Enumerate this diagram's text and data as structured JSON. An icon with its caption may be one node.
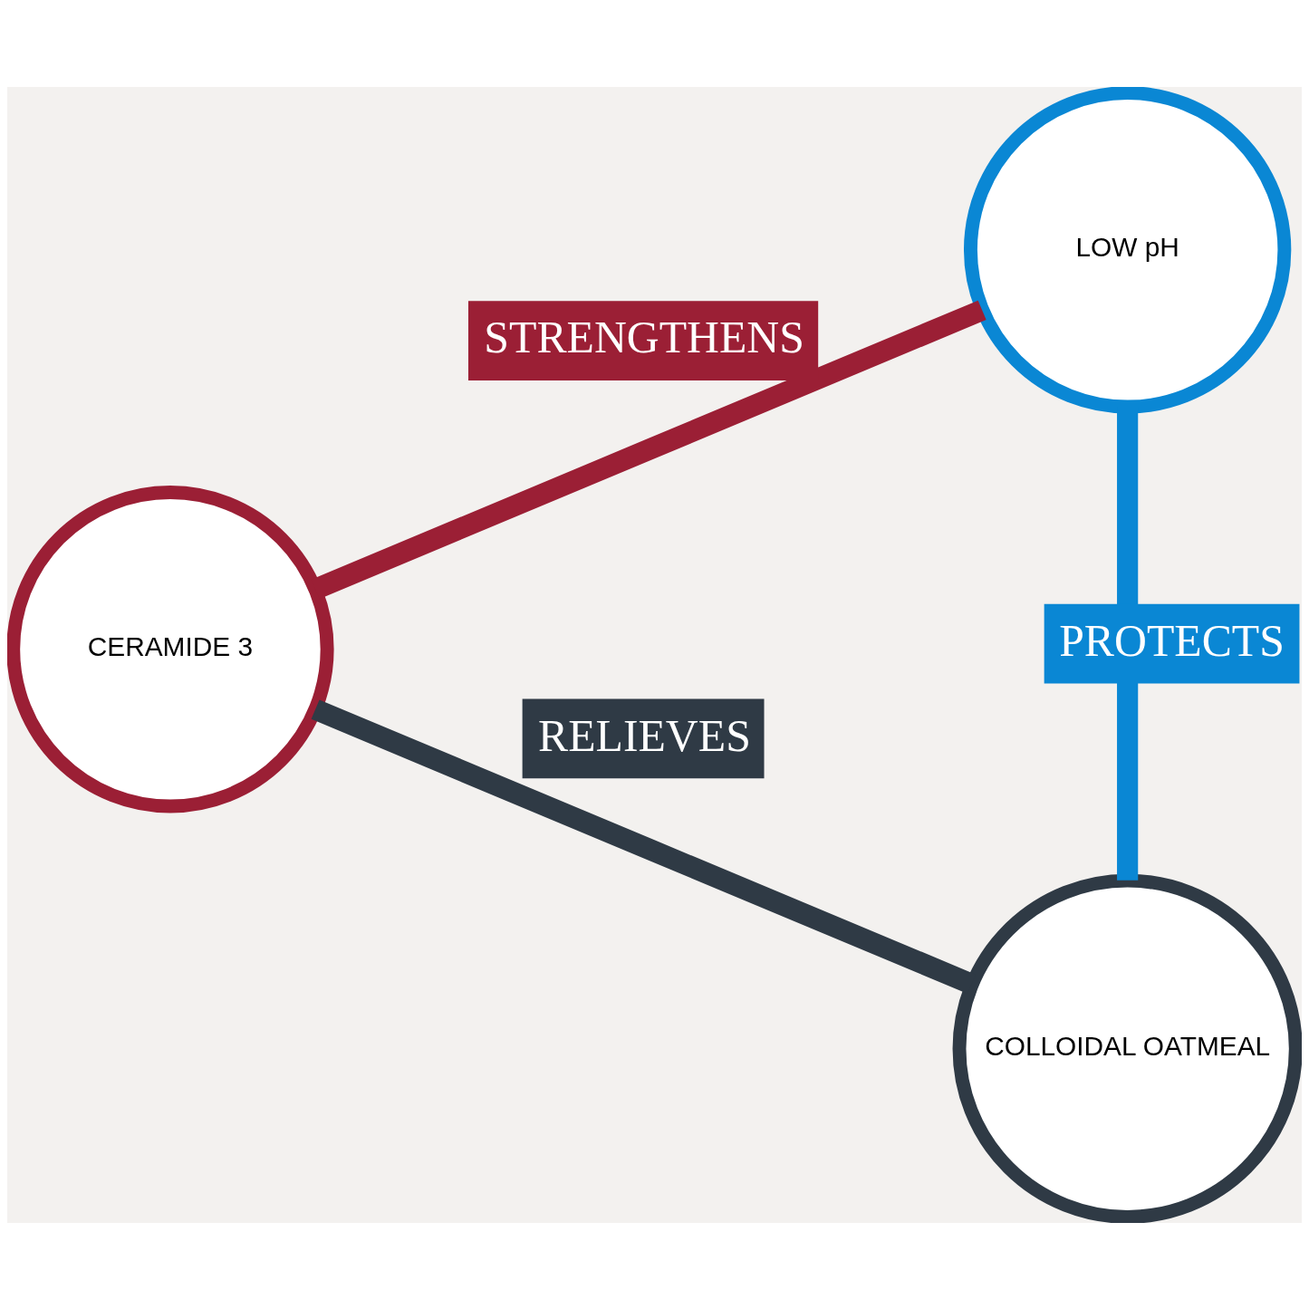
{
  "diagram": {
    "nodes": [
      {
        "text": [
          "LOW pH"
        ]
      },
      {
        "text": [
          "CERAMIDE 3"
        ]
      },
      {
        "text": [
          "COLLOIDAL OATMEAL"
        ]
      }
    ],
    "edges": [
      {
        "from": 1,
        "to": 0,
        "arrow": "none",
        "label": "STRENGTHENS",
        "color": "#9b1f35"
      },
      {
        "from": 0,
        "to": 2,
        "arrow": "none",
        "label": "PROTECTS",
        "color": "#0a87d4"
      },
      {
        "from": 2,
        "to": 1,
        "arrow": "none",
        "label": "RELIEVES",
        "color": "#2f3a45"
      }
    ]
  }
}
